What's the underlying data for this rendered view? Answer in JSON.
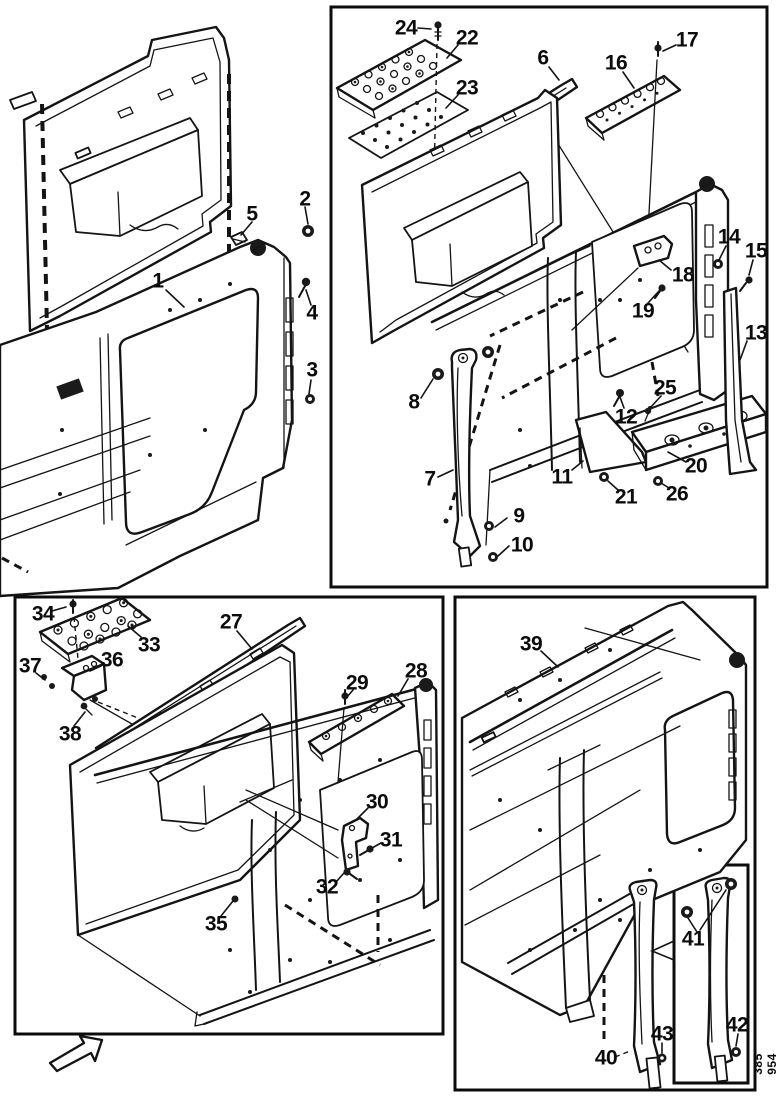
{
  "figure": {
    "kind": "exploded-parts-line-drawing",
    "background": "#ffffff",
    "line_color": "#141414"
  },
  "drawing_number": "385 954",
  "icons": {
    "direction_arrow": "outline-arrow-up-right"
  },
  "callouts": [
    "1",
    "2",
    "3",
    "4",
    "5",
    "6",
    "7",
    "8",
    "9",
    "10",
    "11",
    "12",
    "13",
    "14",
    "15",
    "16",
    "17",
    "18",
    "19",
    "20",
    "21",
    "22",
    "23",
    "24",
    "25",
    "26",
    "27",
    "28",
    "29",
    "30",
    "31",
    "32",
    "33",
    "34",
    "35",
    "36",
    "37",
    "38",
    "39",
    "40",
    "41",
    "42",
    "43"
  ]
}
